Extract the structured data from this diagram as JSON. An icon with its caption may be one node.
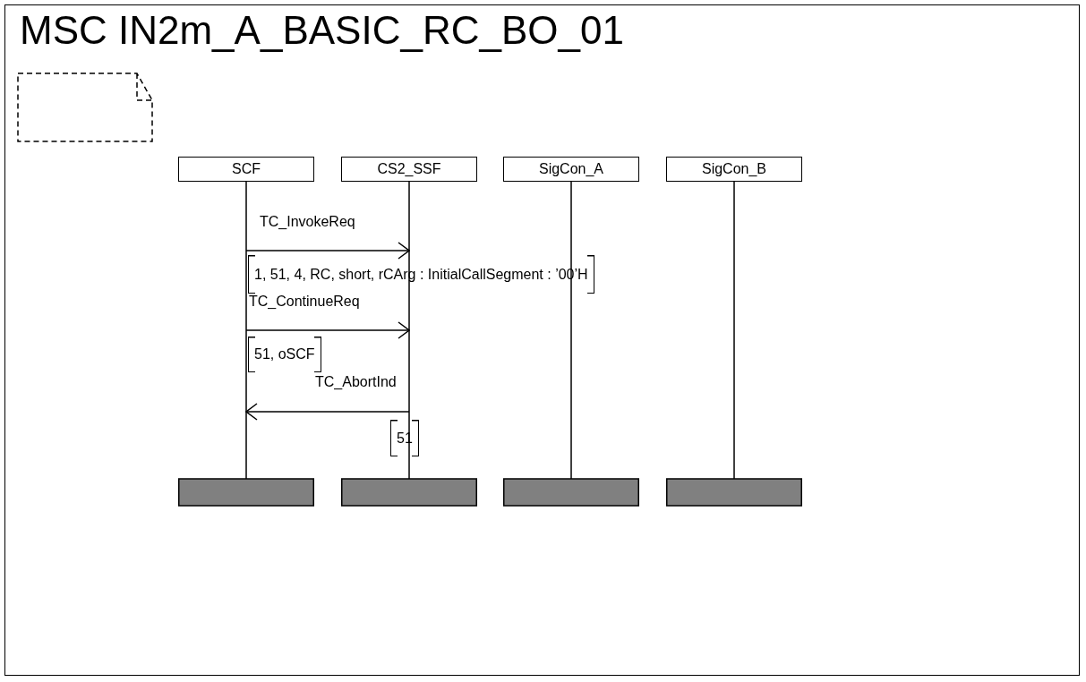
{
  "diagram": {
    "title": "MSC IN2m_A_BASIC_RC_BO_01",
    "nodes": [
      {
        "text": [
          "SCF"
        ]
      },
      {
        "text": [
          "CS2_SSF"
        ]
      },
      {
        "text": [
          "SigCon_A"
        ]
      },
      {
        "text": [
          "SigCon_B"
        ]
      }
    ],
    "edges": [
      {
        "from": 0,
        "to": 1,
        "arrow": "to",
        "label": "TC_InvokeReq"
      },
      {
        "from": 0,
        "to": 1,
        "arrow": "to",
        "label": "TC_ContinueReq"
      },
      {
        "from": 1,
        "to": 0,
        "arrow": "to",
        "label": "TC_AbortInd"
      }
    ],
    "labels": [
      "1, 51, 4, RC, short, rCArg : InitialCallSegment : ’00’H",
      "51, oSCF",
      "51"
    ]
  }
}
